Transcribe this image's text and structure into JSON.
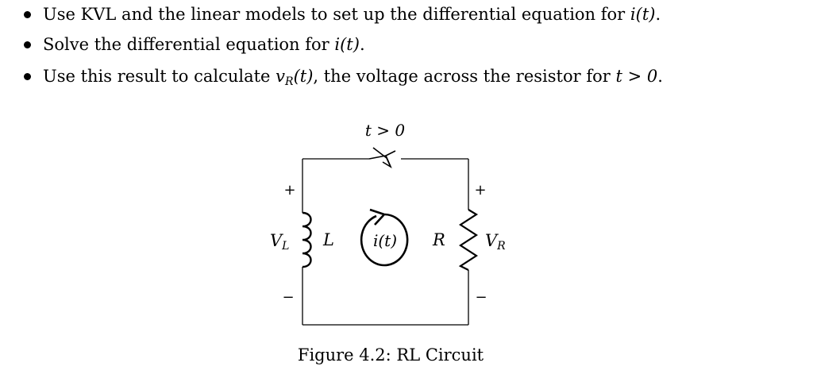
{
  "bullets": [
    {
      "text_before": "Use KVL and the linear models to set up the differential equation for ",
      "math": "i(t)",
      "text_after": "."
    },
    {
      "text_before": "Solve the differential equation for ",
      "math": "i(t)",
      "text_after": "."
    },
    {
      "text_before": "Use this result to calculate ",
      "math_var": "v",
      "math_sub": "R",
      "math_tail": "(t)",
      "text_middle": ", the voltage across the resistor for ",
      "math2": "t > 0",
      "text_after": "."
    }
  ],
  "circuit": {
    "switch_label": "t > 0",
    "left_plus": "+",
    "left_minus": "−",
    "right_plus": "+",
    "right_minus": "−",
    "inductor_voltage_var": "V",
    "inductor_voltage_sub": "L",
    "inductor_label": "L",
    "current_label": "i(t)",
    "resistor_label": "R",
    "resistor_voltage_var": "V",
    "resistor_voltage_sub": "R"
  },
  "caption": "Figure 4.2: RL Circuit"
}
